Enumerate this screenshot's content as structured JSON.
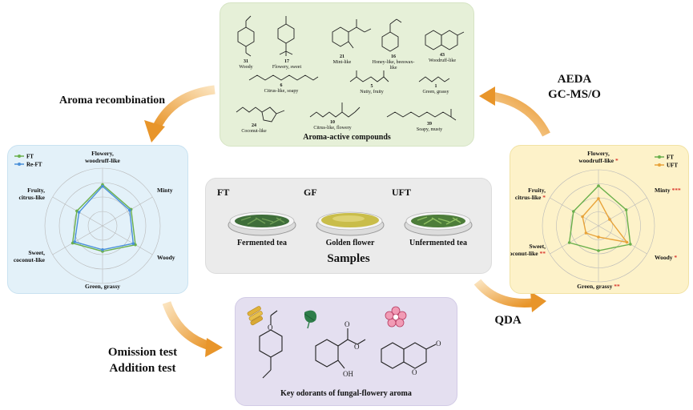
{
  "center": {
    "samples_title": "Samples",
    "samples": [
      {
        "abbr": "FT",
        "name": "Fermented tea"
      },
      {
        "abbr": "GF",
        "name": "Golden flower"
      },
      {
        "abbr": "UFT",
        "name": "Unfermented tea"
      }
    ]
  },
  "top_panel": {
    "caption": "Aroma-active compounds",
    "compounds": [
      {
        "id": "31",
        "note": "Woody"
      },
      {
        "id": "17",
        "note": "Flowery, sweet"
      },
      {
        "id": "21",
        "note": "Mint-like"
      },
      {
        "id": "16",
        "note": "Honey-like, beeswax-like"
      },
      {
        "id": "43",
        "note": "Woodruff-like"
      },
      {
        "id": "6",
        "note": "Citrus-like, soapy"
      },
      {
        "id": "5",
        "note": "Nutty, fruity"
      },
      {
        "id": "1",
        "note": "Green, grassy"
      },
      {
        "id": "24",
        "note": "Coconut-like"
      },
      {
        "id": "10",
        "note": "Citrus-like, flowery"
      },
      {
        "id": "39",
        "note": "Soapy, musty"
      }
    ]
  },
  "arrows": {
    "aeda": "AEDA",
    "gcmso": "GC-MS/O",
    "recombination": "Aroma recombination",
    "omission": "Omission test",
    "addition": "Addition test",
    "qda": "QDA"
  },
  "bottom_panel": {
    "caption": "Key odorants of fungal-flowery aroma"
  },
  "chart_data": [
    {
      "type": "radar",
      "title": "",
      "axes": [
        "Flowery, woodruff-like",
        "Minty",
        "Woody",
        "Green, grassy",
        "Sweet, coconut-like",
        "Fruity, citrus-like"
      ],
      "rmax": 7,
      "series": [
        {
          "name": "FT",
          "color": "#6ab04c",
          "values": [
            5.0,
            4.0,
            4.6,
            3.1,
            4.2,
            3.6
          ]
        },
        {
          "name": "Re-FT",
          "color": "#4a90d9",
          "values": [
            4.8,
            3.8,
            4.3,
            2.9,
            3.9,
            3.3
          ]
        }
      ]
    },
    {
      "type": "radar",
      "title": "",
      "axes": [
        "Flowery, woodruff-like",
        "Minty",
        "Woody",
        "Green, grassy",
        "Sweet, coconut-like",
        "Fruity, citrus-like"
      ],
      "significance": [
        "*",
        "***",
        "*",
        "**",
        "**",
        "*"
      ],
      "rmax": 7,
      "series": [
        {
          "name": "FT",
          "color": "#6ab04c",
          "values": [
            5.0,
            4.0,
            4.6,
            3.1,
            4.2,
            3.6
          ]
        },
        {
          "name": "UFT",
          "color": "#e8a33a",
          "values": [
            3.4,
            1.6,
            4.1,
            1.4,
            1.8,
            2.3
          ]
        }
      ]
    }
  ]
}
